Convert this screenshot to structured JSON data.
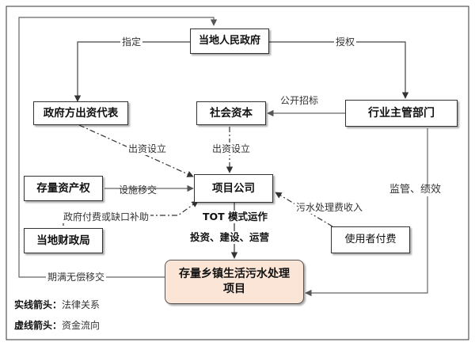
{
  "nodes": {
    "government": "当地人民政府",
    "gov_investor": "政府方出资代表",
    "social_capital": "社会资本",
    "industry_dept": "行业主管部门",
    "existing_assets": "存量资产权",
    "project_company": "项目公司",
    "finance_bureau": "当地财政局",
    "user_payment": "使用者付费",
    "target_project": "存量乡镇生活污水处理项目"
  },
  "labels": {
    "designate": "指定",
    "authorize": "授权",
    "public_bidding": "公开招标",
    "capital_left": "出资设立",
    "capital_mid": "出资设立",
    "facility_transfer": "设施移交",
    "subsidy": "政府付费或缺口补助",
    "tot_mode": "TOT 模式运作",
    "invest_build_operate": "投资、建设、运营",
    "sewage_fee": "污水处理费收入",
    "supervision": "监管、绩效",
    "free_transfer": "期满无偿移交"
  },
  "legend": {
    "solid_key": "实线箭头：",
    "solid_val": "法律关系",
    "dashed_key": "虚线箭头：",
    "dashed_val": "资金流向"
  }
}
